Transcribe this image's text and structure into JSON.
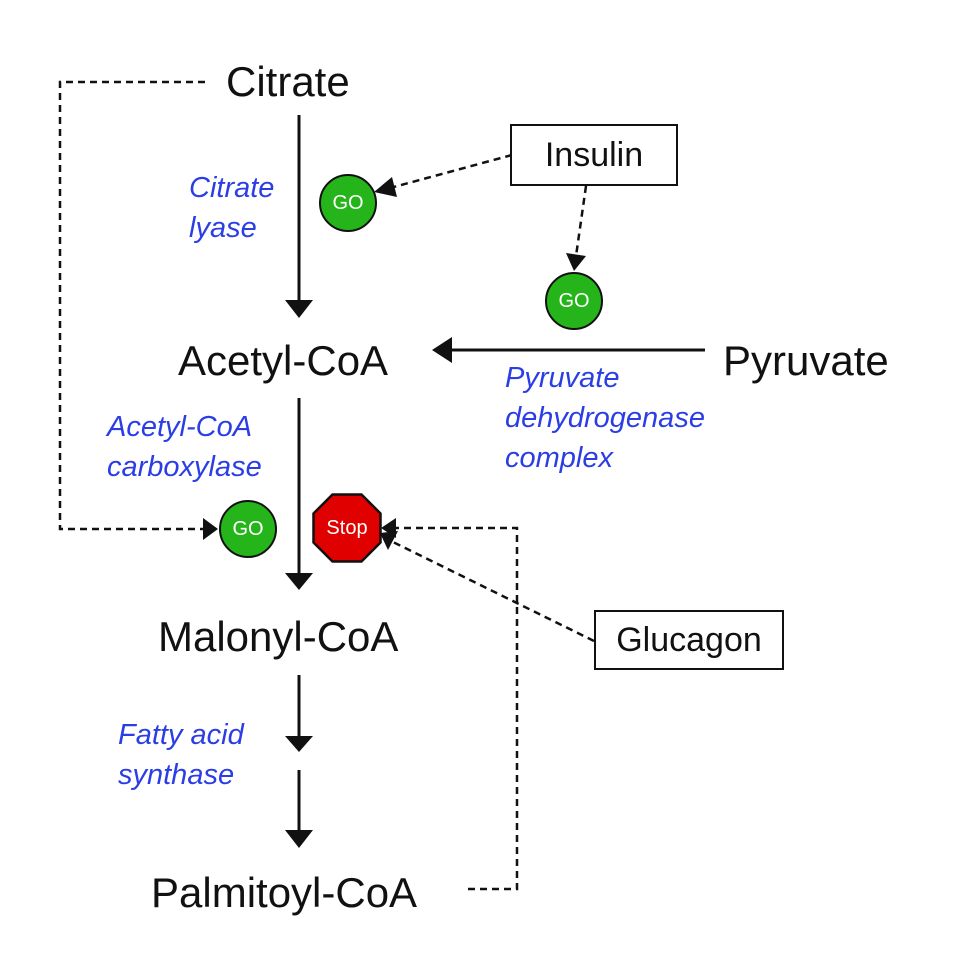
{
  "metabolites": {
    "citrate": "Citrate",
    "acetyl_coa": "Acetyl-CoA",
    "pyruvate": "Pyruvate",
    "malonyl_coa": "Malonyl-CoA",
    "palmitoyl_coa": "Palmitoyl-CoA"
  },
  "enzymes": {
    "citrate_lyase": [
      "Citrate",
      "lyase"
    ],
    "acetyl_coa_carboxylase": [
      "Acetyl-CoA",
      "carboxylase"
    ],
    "pyruvate_dehydrogenase": [
      "Pyruvate",
      "dehydrogenase",
      "complex"
    ],
    "fatty_acid_synthase": [
      "Fatty acid",
      "synthase"
    ]
  },
  "hormones": {
    "insulin": "Insulin",
    "glucagon": "Glucagon"
  },
  "regulators": {
    "go_label": "GO",
    "stop_label": "Stop"
  },
  "colors": {
    "enzyme_text": "#2b3ee6",
    "go_fill": "#25b51a",
    "stop_fill": "#e00000",
    "line": "#111111"
  }
}
